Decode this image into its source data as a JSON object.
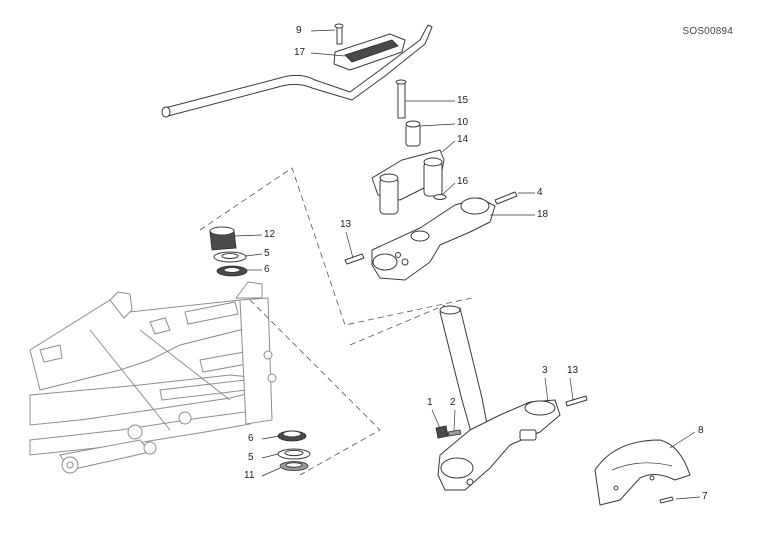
{
  "diagram_code": "SOS00894",
  "callouts": [
    {
      "id": "9",
      "text": "9"
    },
    {
      "id": "17",
      "text": "17"
    },
    {
      "id": "15",
      "text": "15"
    },
    {
      "id": "10",
      "text": "10"
    },
    {
      "id": "14",
      "text": "14"
    },
    {
      "id": "16",
      "text": "16"
    },
    {
      "id": "4",
      "text": "4"
    },
    {
      "id": "18",
      "text": "18"
    },
    {
      "id": "13a",
      "text": "13"
    },
    {
      "id": "12",
      "text": "12"
    },
    {
      "id": "5a",
      "text": "5"
    },
    {
      "id": "6a",
      "text": "6"
    },
    {
      "id": "3",
      "text": "3"
    },
    {
      "id": "13b",
      "text": "13"
    },
    {
      "id": "1",
      "text": "1"
    },
    {
      "id": "2",
      "text": "2"
    },
    {
      "id": "8",
      "text": "8"
    },
    {
      "id": "6b",
      "text": "6"
    },
    {
      "id": "5b",
      "text": "5"
    },
    {
      "id": "11",
      "text": "11"
    },
    {
      "id": "7",
      "text": "7"
    }
  ]
}
